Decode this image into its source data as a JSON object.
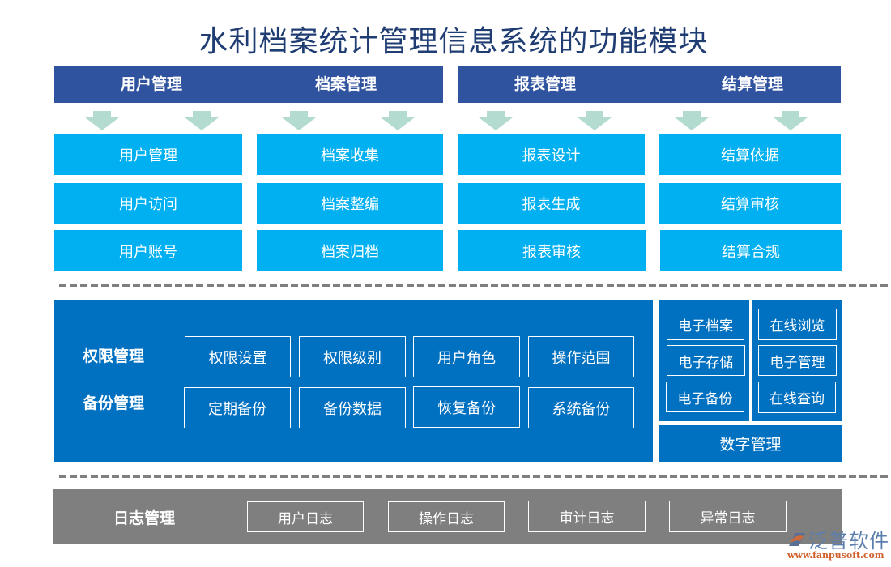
{
  "title": "水利档案统计管理信息系统的功能模块",
  "colors": {
    "header_bar": "#2f539f",
    "sub_cell": "#00b0f0",
    "arrow": "#b4dbd0",
    "panel_blue": "#0070c0",
    "log_gray": "#7f7f7f",
    "dash": "#7f7f7f",
    "title_text": "#1f3d73"
  },
  "top_modules": [
    {
      "label": "用户管理",
      "items": [
        "用户管理",
        "用户访问",
        "用户账号"
      ]
    },
    {
      "label": "档案管理",
      "items": [
        "档案收集",
        "档案整编",
        "档案归档"
      ]
    },
    {
      "label": "报表管理",
      "items": [
        "报表设计",
        "报表生成",
        "报表审核"
      ]
    },
    {
      "label": "结算管理",
      "items": [
        "结算依据",
        "结算审核",
        "结算合规"
      ]
    }
  ],
  "middle": {
    "rows": [
      {
        "label": "权限管理",
        "items": [
          "权限设置",
          "权限级别",
          "用户角色",
          "操作范围"
        ]
      },
      {
        "label": "备份管理",
        "items": [
          "定期备份",
          "备份数据",
          "恢复备份",
          "系统备份"
        ]
      }
    ],
    "digital": {
      "col1": [
        "电子档案",
        "电子存储",
        "电子备份"
      ],
      "col2": [
        "在线浏览",
        "电子管理",
        "在线查询"
      ],
      "label": "数字管理"
    }
  },
  "log": {
    "label": "日志管理",
    "items": [
      "用户日志",
      "操作日志",
      "审计日志",
      "异常日志"
    ]
  },
  "watermark": {
    "brand": "泛普软件",
    "url": "www.fanpusoft.com",
    "icon": "fanpu-logo-icon"
  }
}
